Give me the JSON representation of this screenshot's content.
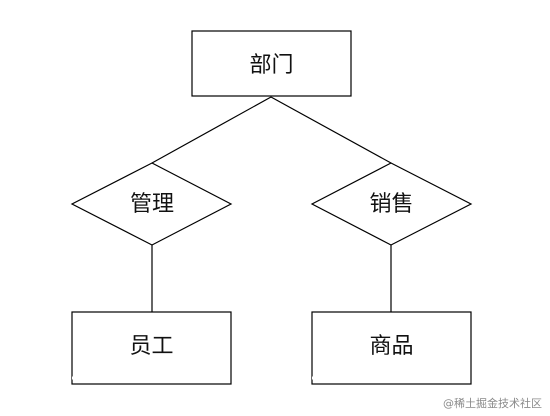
{
  "entities": {
    "department": "部门",
    "employee": "员工",
    "product": "商品"
  },
  "relationships": {
    "manage": "管理",
    "sell": "销售"
  },
  "watermark": "@稀土掘金技术社区"
}
